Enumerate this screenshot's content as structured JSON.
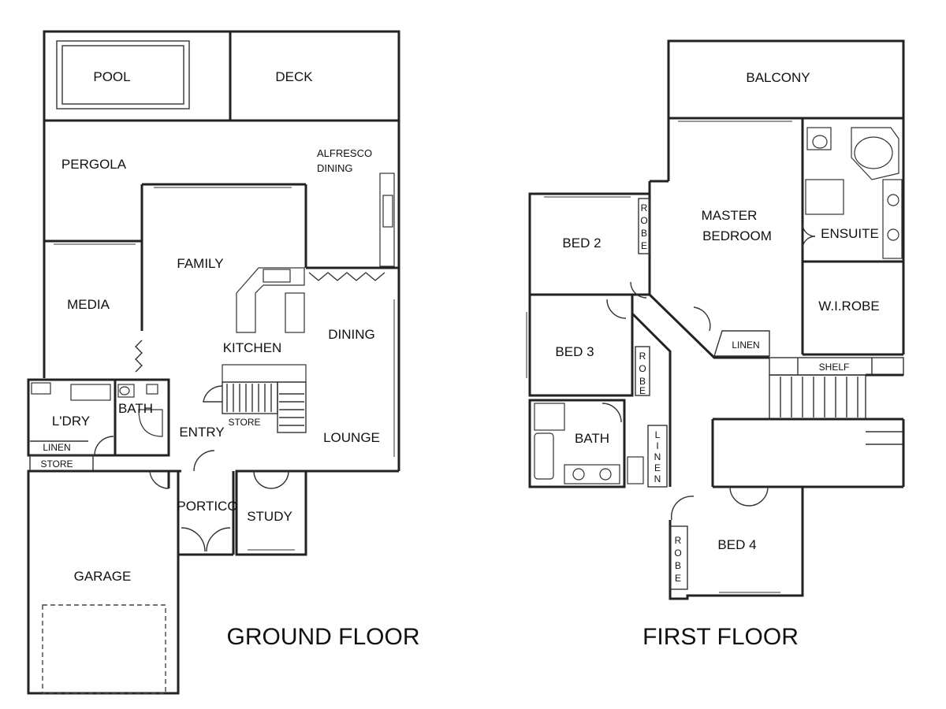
{
  "ground_floor": {
    "title": "GROUND FLOOR",
    "rooms": {
      "pool": "POOL",
      "deck": "DECK",
      "pergola": "PERGOLA",
      "alfresco_line1": "ALFRESCO",
      "alfresco_line2": "DINING",
      "family": "FAMILY",
      "media": "MEDIA",
      "kitchen": "KITCHEN",
      "dining": "DINING",
      "bath": "BATH",
      "laundry": "L'DRY",
      "linen": "LINEN",
      "store_laundry": "STORE",
      "store_stair": "STORE",
      "entry": "ENTRY",
      "lounge": "LOUNGE",
      "portico": "PORTICO",
      "study": "STUDY",
      "garage": "GARAGE"
    }
  },
  "first_floor": {
    "title": "FIRST FLOOR",
    "rooms": {
      "balcony": "BALCONY",
      "master_line1": "MASTER",
      "master_line2": "BEDROOM",
      "ensuite": "ENSUITE",
      "bed2": "BED 2",
      "bed3": "BED 3",
      "bed4": "BED 4",
      "wirobe": "W.I.ROBE",
      "linen_upper": "LINEN",
      "shelf": "SHELF",
      "bath": "BATH",
      "robe_bed2": [
        "R",
        "O",
        "B",
        "E"
      ],
      "robe_bed3": [
        "R",
        "O",
        "B",
        "E"
      ],
      "robe_bed4": [
        "R",
        "O",
        "B",
        "E"
      ],
      "linen_vertical": [
        "L",
        "I",
        "N",
        "E",
        "N"
      ]
    }
  },
  "colors": {
    "line": "#222222",
    "background": "#ffffff"
  }
}
